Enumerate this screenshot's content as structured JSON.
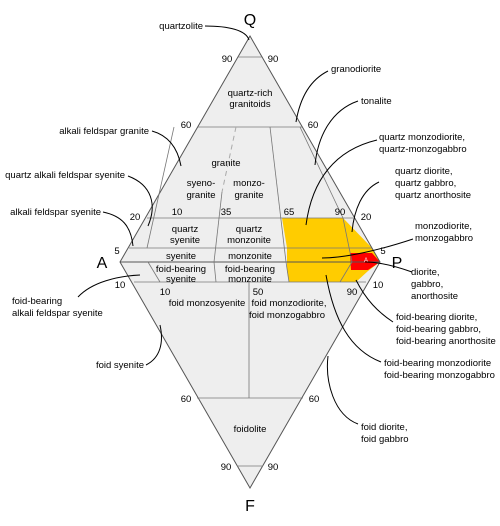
{
  "colors": {
    "field": "#eeeeee",
    "edge": "#555555",
    "highlight": "#ffcc00",
    "marker": "#ff0000"
  },
  "vertices": {
    "q": "Q",
    "a": "A",
    "p": "P",
    "f": "F"
  },
  "ticks": {
    "q90_left": "90",
    "q90_right": "90",
    "q60_left": "60",
    "q60_right": "60",
    "q20_left": "20",
    "q20_right": "20",
    "q5_left": "5",
    "q5_right": "5",
    "ap10": "10",
    "ap35": "35",
    "ap65": "65",
    "ap90": "90",
    "f10_left": "10",
    "f10_right": "10",
    "af10": "10",
    "af50": "50",
    "af90": "90",
    "f60_left": "60",
    "f60_right": "60",
    "f90_left": "90",
    "f90_right": "90"
  },
  "cells": {
    "quartz_rich_1": "quartz-rich",
    "quartz_rich_2": "granitoids",
    "granite": "granite",
    "syenogranite_1": "syeno-",
    "syenogranite_2": "granite",
    "monzogranite_1": "monzo-",
    "monzogranite_2": "granite",
    "quartz_syenite_1": "quartz",
    "quartz_syenite_2": "syenite",
    "quartz_monzonite_1": "quartz",
    "quartz_monzonite_2": "monzonite",
    "syenite": "syenite",
    "monzonite": "monzonite",
    "foid_syenite_1": "foid-bearing",
    "foid_syenite_2": "syenite",
    "foid_monzonite_1": "foid-bearing",
    "foid_monzonite_2": "monzonite",
    "foid_monzosyenite": "foid monzosyenite",
    "foid_monzodiorite_1": "foid monzodiorite,",
    "foid_monzodiorite_2": "foid monzogabbro",
    "foidolite": "foidolite",
    "marker": "A"
  },
  "labels": {
    "quartzolite": "quartzolite",
    "granodiorite": "granodiorite",
    "tonalite": "tonalite",
    "alkali_feldspar_granite": "alkali feldspar granite",
    "quartz_monzodiorite_1": "quartz monzodiorite,",
    "quartz_monzodiorite_2": "quartz-monzogabbro",
    "quartz_alkali_feldspar_syenite": "quartz alkali feldspar syenite",
    "quartz_diorite_1": "quartz diorite,",
    "quartz_diorite_2": "quartz gabbro,",
    "quartz_diorite_3": "quartz anorthosite",
    "alkali_feldspar_syenite": "alkali feldspar syenite",
    "monzodiorite_1": "monzodiorite,",
    "monzodiorite_2": "monzogabbro",
    "diorite_1": "diorite,",
    "diorite_2": "gabbro,",
    "diorite_3": "anorthosite",
    "foid_alkali_1": "foid-bearing",
    "foid_alkali_2": "alkali feldspar syenite",
    "foid_diorite_1": "foid-bearing diorite,",
    "foid_diorite_2": "foid-bearing gabbro,",
    "foid_diorite_3": "foid-bearing anorthosite",
    "foid_syenite": "foid syenite",
    "foid_monzodiorite_1": "foid-bearing monzodiorite",
    "foid_monzodiorite_2": "foid-bearing monzogabbro",
    "foid_diorite_gabbro_1": "foid diorite,",
    "foid_diorite_gabbro_2": "foid gabbro"
  }
}
